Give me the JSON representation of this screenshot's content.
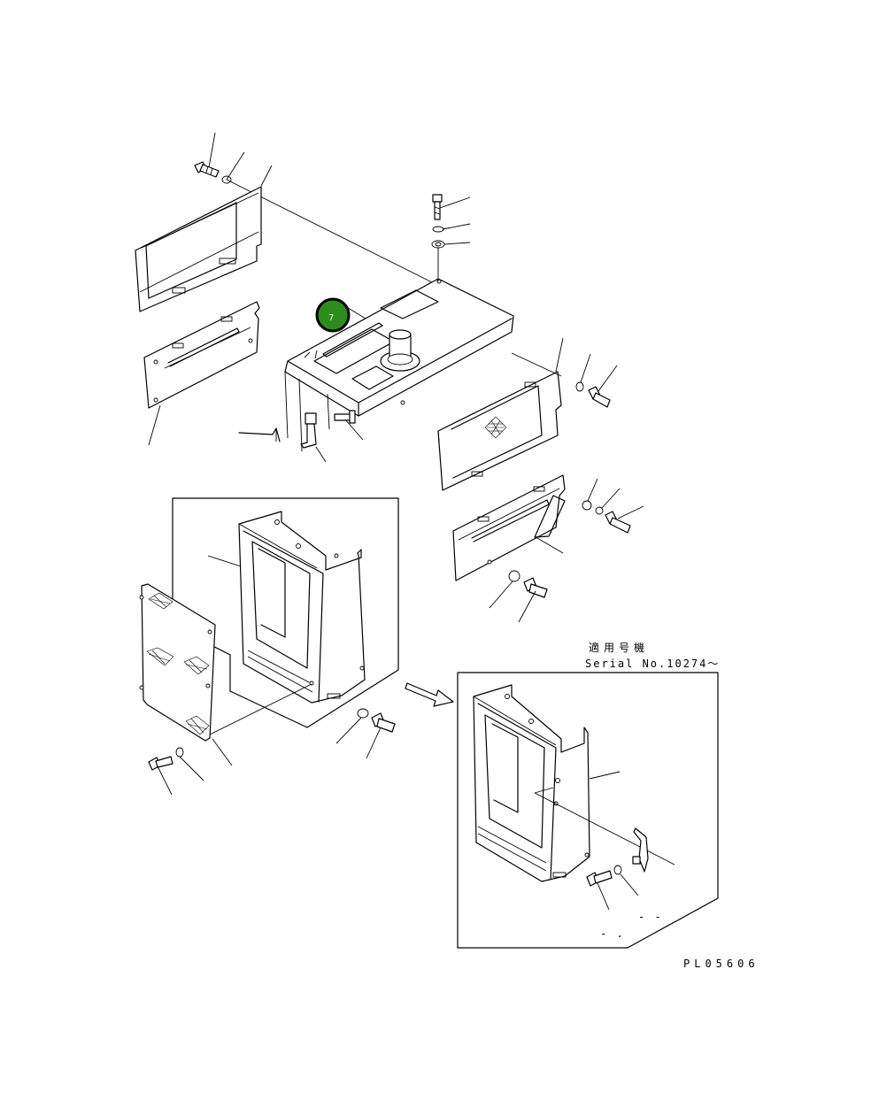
{
  "drawing": {
    "callout": {
      "label": "7",
      "fill": "#2e8b1e",
      "ring": "#000000"
    },
    "serial_note": {
      "title": "適用号機",
      "serial": "Serial No.10274～"
    },
    "inset_marks": {
      "mark_1": "- -",
      "mark_2": "- ."
    },
    "part_code": "PL05606"
  }
}
